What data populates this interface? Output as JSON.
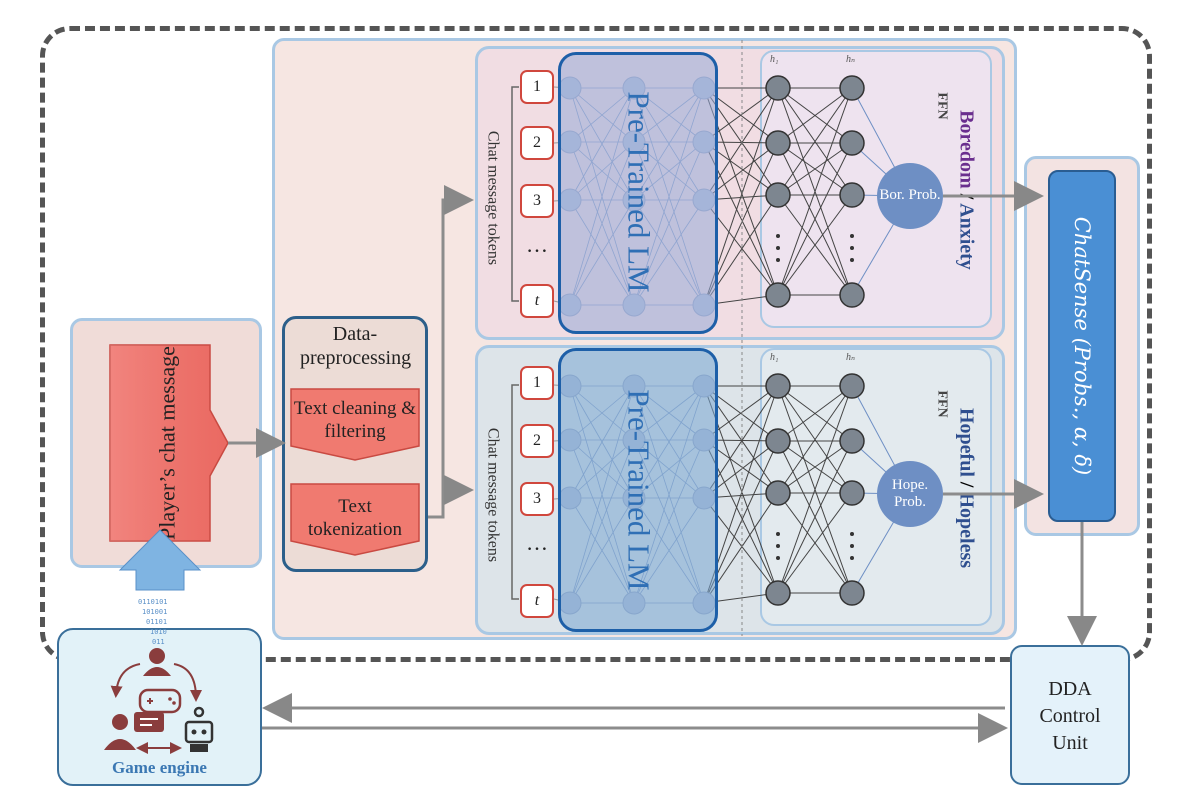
{
  "player_message": "Player’s chat message",
  "preprocessing": {
    "title": "Data-preprocessing",
    "step_cleaning": "Text cleaning & filtering",
    "step_tokenization": "Text tokenization"
  },
  "tokens": {
    "label": "Chat message tokens",
    "items": [
      "1",
      "2",
      "3",
      "…",
      "t"
    ]
  },
  "language_model": "Pre-Trained LM",
  "ffn_label": "FFN",
  "hidden_labels": [
    "h₁",
    "hₙ"
  ],
  "classifiers": {
    "top": {
      "label_a": "Boredom",
      "label_b": "Anxiety",
      "color_a": "#6a2e8e",
      "color_b": "#2f4f8f",
      "prob": "Bor. Prob."
    },
    "bottom": {
      "label_a": "Hopeful",
      "label_b": "Hopeless",
      "color_a": "#2f4f8f",
      "color_b": "#2f4f8f",
      "prob": "Hope. Prob."
    }
  },
  "chatsense": {
    "name": "ChatSense",
    "params": "(Probs., α, δ)"
  },
  "dda": "DDA Control Unit",
  "game_engine": "Game engine",
  "icons": [
    "users-cycle-icon",
    "gamepad-icon",
    "chat-icon",
    "robot-icon",
    "binary-stream-icon"
  ]
}
